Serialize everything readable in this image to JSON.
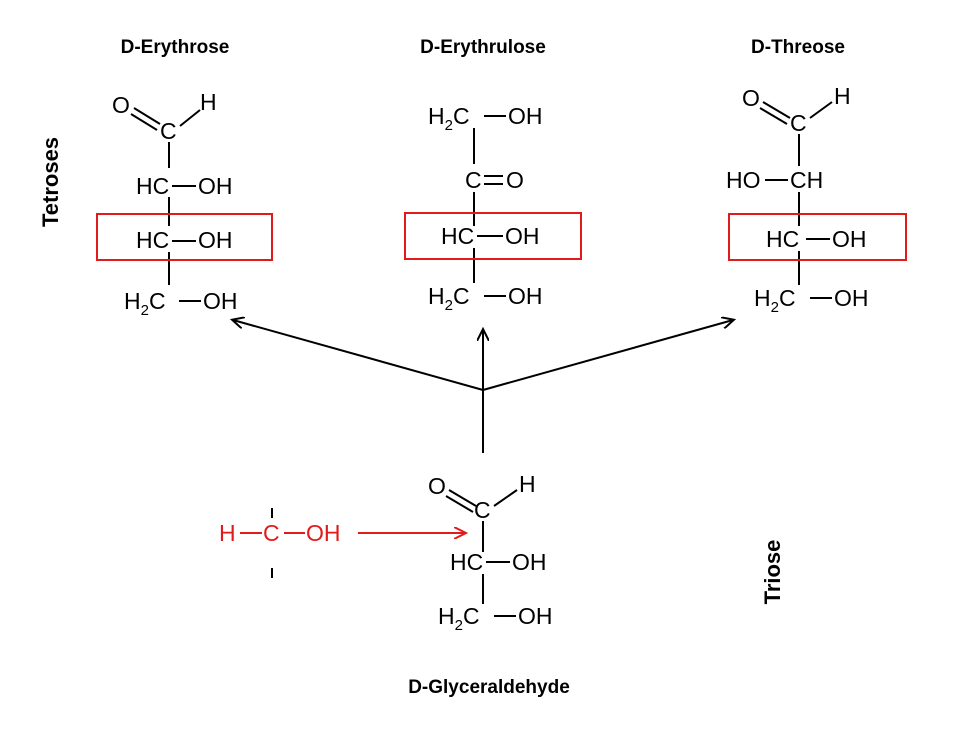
{
  "titles": {
    "erythrose": "D-Erythrose",
    "erythrulose": "D-Erythrulose",
    "threose": "D-Threose",
    "glyceraldehyde": "D-Glyceraldehyde"
  },
  "side_labels": {
    "tetroses": "Tetroses",
    "triose": "Triose"
  },
  "atoms": {
    "O": "O",
    "H": "H",
    "C": "C",
    "HC": "HC",
    "OH": "OH",
    "HO": "HO",
    "CH": "CH",
    "H2": "H",
    "sub2": "2",
    "eqO": "C=O"
  },
  "added_group": {
    "H": "H",
    "C": "C",
    "OH": "OH"
  },
  "colors": {
    "highlight": "#e11b1b",
    "ink": "#000000"
  }
}
